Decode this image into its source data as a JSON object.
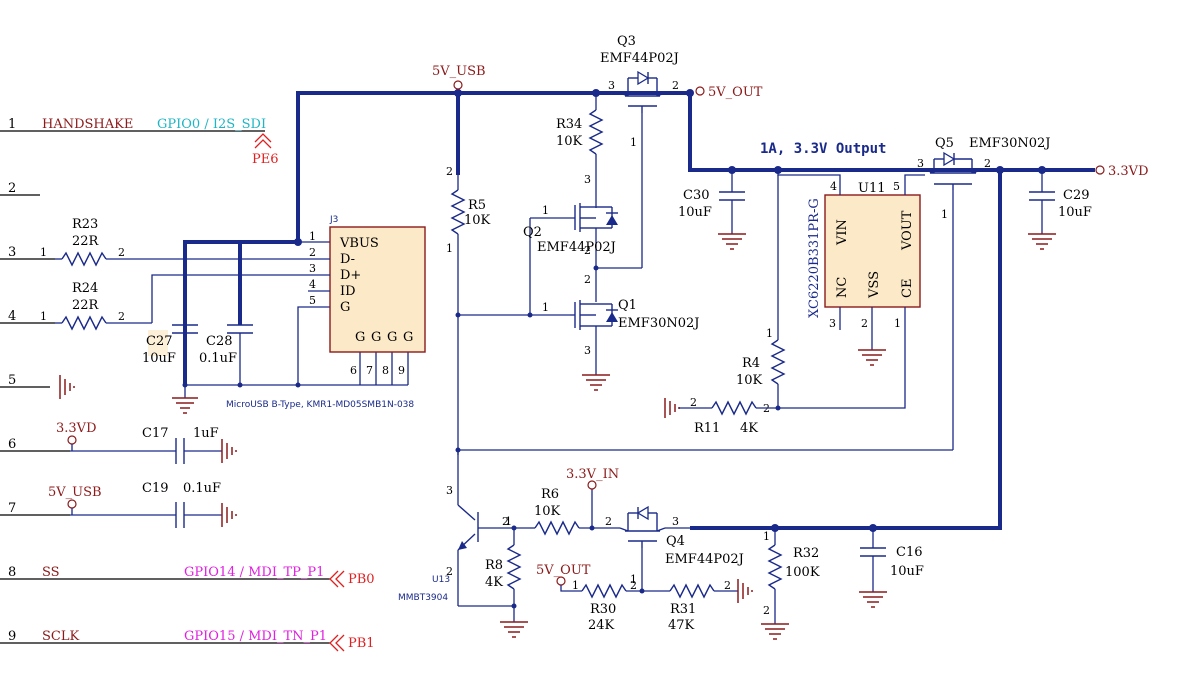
{
  "connector_pins": [
    {
      "num": "1",
      "signal": "HANDSHAKE",
      "alt": "GPIO0 / I2S_SDI",
      "alt_color": "cyan",
      "port": "PE6"
    },
    {
      "num": "2",
      "signal": "",
      "alt": "",
      "port": ""
    },
    {
      "num": "3",
      "signal": "",
      "alt": "",
      "port": ""
    },
    {
      "num": "4",
      "signal": "",
      "alt": "",
      "port": ""
    },
    {
      "num": "5",
      "signal": "",
      "alt": "",
      "port": ""
    },
    {
      "num": "6",
      "signal": "",
      "alt": "",
      "port": ""
    },
    {
      "num": "7",
      "signal": "",
      "alt": "",
      "port": ""
    },
    {
      "num": "8",
      "signal": "SS",
      "alt": "GPIO14 / MDI_TP_P1",
      "alt_color": "magenta",
      "port": "PB0"
    },
    {
      "num": "9",
      "signal": "SCLK",
      "alt": "GPIO15 / MDI_TN_P1",
      "alt_color": "magenta",
      "port": "PB1"
    }
  ],
  "nets": {
    "usb5v": "5V_USB",
    "out5v": "5V_OUT",
    "vd33": "3.3VD",
    "in33": "3.3V_IN"
  },
  "title_note": "1A, 3.3V Output",
  "connector": {
    "ref": "J3",
    "pins": [
      "VBUS",
      "D-",
      "D+",
      "ID",
      "G"
    ],
    "pin_numbers": [
      "1",
      "2",
      "3",
      "4",
      "5"
    ],
    "shield_pins": [
      "6",
      "7",
      "8",
      "9"
    ],
    "shield_label": "G",
    "footprint": "MicroUSB B-Type, KMR1-MD05SMB1N-038"
  },
  "regulator": {
    "ref": "U11",
    "part": "XC6220B331PR-G",
    "pins": {
      "vin": "VIN",
      "vout": "VOUT",
      "nc": "NC",
      "vss": "VSS",
      "ce": "CE"
    },
    "pin_numbers": {
      "vin": "4",
      "vout": "5",
      "nc": "3",
      "vss": "2",
      "ce": "1"
    }
  },
  "transistor": {
    "ref": "U13",
    "part": "MMBT3904"
  },
  "components": {
    "R23": {
      "ref": "R23",
      "value": "22R"
    },
    "R24": {
      "ref": "R24",
      "value": "22R"
    },
    "C27": {
      "ref": "C27",
      "value": "10uF"
    },
    "C28": {
      "ref": "C28",
      "value": "0.1uF"
    },
    "C17": {
      "ref": "C17",
      "value": "1uF"
    },
    "C19": {
      "ref": "C19",
      "value": "0.1uF"
    },
    "R5": {
      "ref": "R5",
      "value": "10K"
    },
    "R34": {
      "ref": "R34",
      "value": "10K"
    },
    "Q1": {
      "ref": "Q1",
      "value": "EMF30N02J"
    },
    "Q2": {
      "ref": "Q2",
      "value": "EMF44P02J"
    },
    "Q3": {
      "ref": "Q3",
      "value": "EMF44P02J"
    },
    "Q4": {
      "ref": "Q4",
      "value": "EMF44P02J"
    },
    "Q5": {
      "ref": "Q5",
      "value": "EMF30N02J"
    },
    "C30": {
      "ref": "C30",
      "value": "10uF"
    },
    "C29": {
      "ref": "C29",
      "value": "10uF"
    },
    "C16": {
      "ref": "C16",
      "value": "10uF"
    },
    "R4": {
      "ref": "R4",
      "value": "10K"
    },
    "R11": {
      "ref": "R11",
      "value": "4K"
    },
    "R6": {
      "ref": "R6",
      "value": "10K"
    },
    "R8": {
      "ref": "R8",
      "value": "4K"
    },
    "R30": {
      "ref": "R30",
      "value": "24K"
    },
    "R31": {
      "ref": "R31",
      "value": "47K"
    },
    "R32": {
      "ref": "R32",
      "value": "100K"
    }
  },
  "pin_labels": {
    "two": "2",
    "one": "1",
    "three": "3"
  },
  "colors": {
    "wire": "#1a2a8a",
    "net_label": "#8b1a1a",
    "port": "#e02020",
    "gpio_cyan": "#1fb5c4",
    "gpio_magenta": "#e01fe0",
    "component_body": "#fbe9c8"
  }
}
